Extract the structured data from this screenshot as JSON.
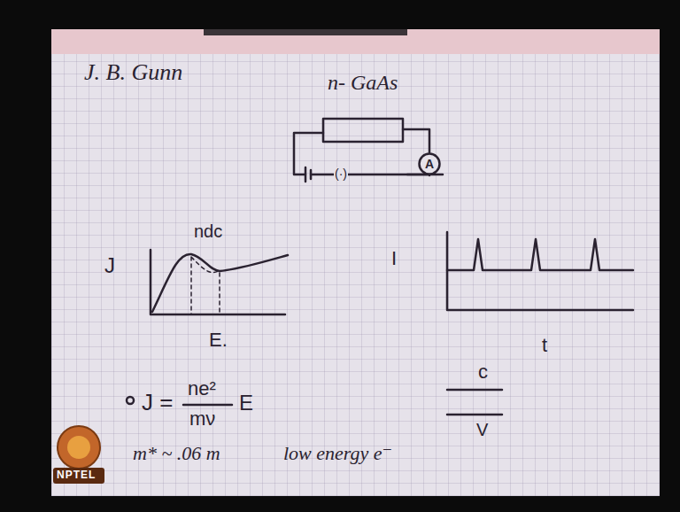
{
  "diagram": {
    "nodes": [
      {
        "text": [
          "A"
        ]
      }
    ],
    "labels": [
      "J. B. Gunn",
      "n- GaAs",
      "(·)",
      "J",
      "ndc",
      "E.",
      "I",
      "t",
      "J =",
      "ne²",
      "mν",
      "E",
      "c",
      "V",
      "m* ~ .06 m",
      "low energy e⁻",
      "NPTEL"
    ]
  }
}
